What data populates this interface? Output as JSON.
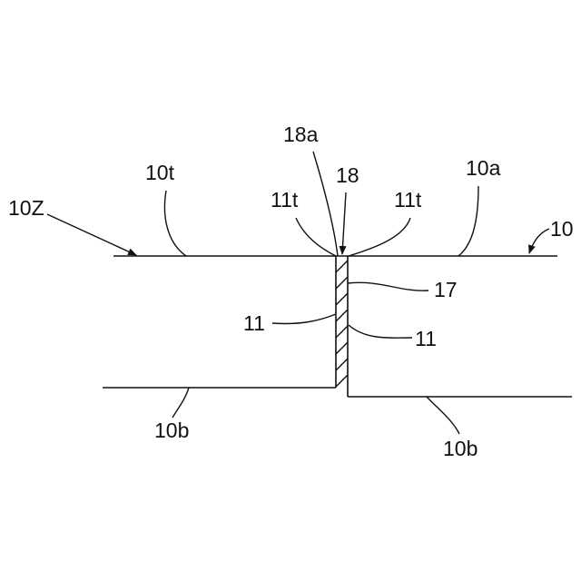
{
  "labels": {
    "ref_10z": "10Z",
    "ref_10t": "10t",
    "ref_18a": "18a",
    "ref_18": "18",
    "ref_11t_left": "11t",
    "ref_11t_right": "11t",
    "ref_10a": "10a",
    "ref_10": "10",
    "ref_17": "17",
    "ref_11_left": "11",
    "ref_11_right": "11",
    "ref_10b_left": "10b",
    "ref_10b_right": "10b"
  },
  "colors": {
    "line": "#111111",
    "background": "#ffffff"
  }
}
